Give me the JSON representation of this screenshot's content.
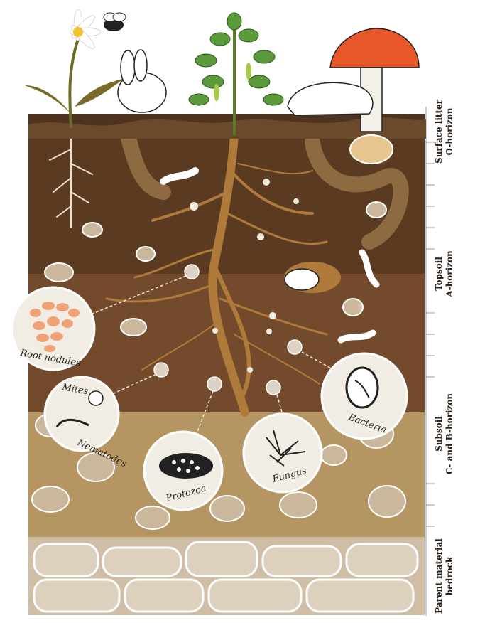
{
  "horizons": [
    {
      "line1": "Surface litter",
      "line2": "O-horizon"
    },
    {
      "line1": "Topsoil",
      "line2": "A-horizon"
    },
    {
      "line1": "Subsoil",
      "line2": "C- and B-horizon"
    },
    {
      "line1": "Parent material",
      "line2": "bedrock"
    }
  ],
  "organisms": {
    "root_nodules": "Root nodules",
    "mites": "Mites",
    "nematodes": "Nematodes",
    "protozoa": "Protozoa",
    "fungus": "Fungus",
    "bacteria": "Bacteria"
  },
  "colors": {
    "sky": "#ffffff",
    "litter": "#5a3a22",
    "topsoil": "#5c3c24",
    "subsoil_upper": "#724a2e",
    "subsoil_lower": "#b39463",
    "bedrock": "#cdbca3",
    "root": "#b07a3a",
    "leaf": "#5a9a3a",
    "mushroom_cap": "#e8572a"
  }
}
